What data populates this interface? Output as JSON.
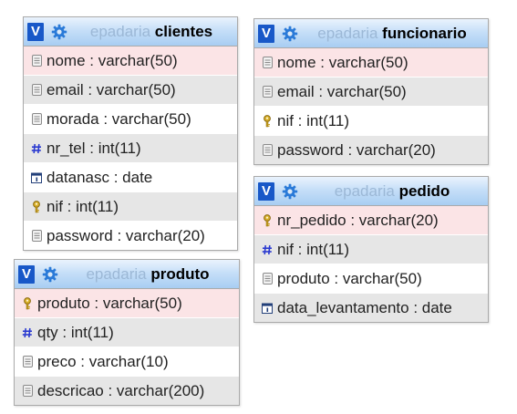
{
  "tables": {
    "clientes": {
      "db": "epadaria",
      "name": "clientes",
      "fields": [
        {
          "label": "nome : varchar(50)",
          "icon": "text-field-icon"
        },
        {
          "label": "email : varchar(50)",
          "icon": "text-field-icon"
        },
        {
          "label": "morada : varchar(50)",
          "icon": "text-field-icon"
        },
        {
          "label": "nr_tel : int(11)",
          "icon": "hash-icon"
        },
        {
          "label": "datanasc : date",
          "icon": "date-icon"
        },
        {
          "label": "nif : int(11)",
          "icon": "key-icon"
        },
        {
          "label": "password : varchar(20)",
          "icon": "text-field-icon"
        }
      ]
    },
    "funcionario": {
      "db": "epadaria",
      "name": "funcionario",
      "fields": [
        {
          "label": "nome : varchar(50)",
          "icon": "text-field-icon"
        },
        {
          "label": "email : varchar(50)",
          "icon": "text-field-icon"
        },
        {
          "label": "nif : int(11)",
          "icon": "key-icon"
        },
        {
          "label": "password : varchar(20)",
          "icon": "text-field-icon"
        }
      ]
    },
    "pedido": {
      "db": "epadaria",
      "name": "pedido",
      "fields": [
        {
          "label": "nr_pedido : varchar(20)",
          "icon": "key-icon"
        },
        {
          "label": "nif : int(11)",
          "icon": "hash-icon"
        },
        {
          "label": "produto : varchar(50)",
          "icon": "text-field-icon"
        },
        {
          "label": "data_levantamento : date",
          "icon": "date-icon"
        }
      ]
    },
    "produto": {
      "db": "epadaria",
      "name": "produto",
      "fields": [
        {
          "label": "produto : varchar(50)",
          "icon": "key-icon"
        },
        {
          "label": "qty : int(11)",
          "icon": "hash-icon"
        },
        {
          "label": "preco : varchar(10)",
          "icon": "text-field-icon"
        },
        {
          "label": "descricao : varchar(200)",
          "icon": "text-field-icon"
        }
      ]
    }
  },
  "toggle_label": "V",
  "colors": {
    "header_top": "#eaf3fd",
    "header_bottom": "#a8cdf2",
    "toggle": "#1858c8",
    "db_text": "#9cb8d6",
    "row_pink": "#fbe4e6",
    "row_gray": "#e6e6e6",
    "key_icon": "#c8a020",
    "hash_icon": "#2a3ad0"
  }
}
